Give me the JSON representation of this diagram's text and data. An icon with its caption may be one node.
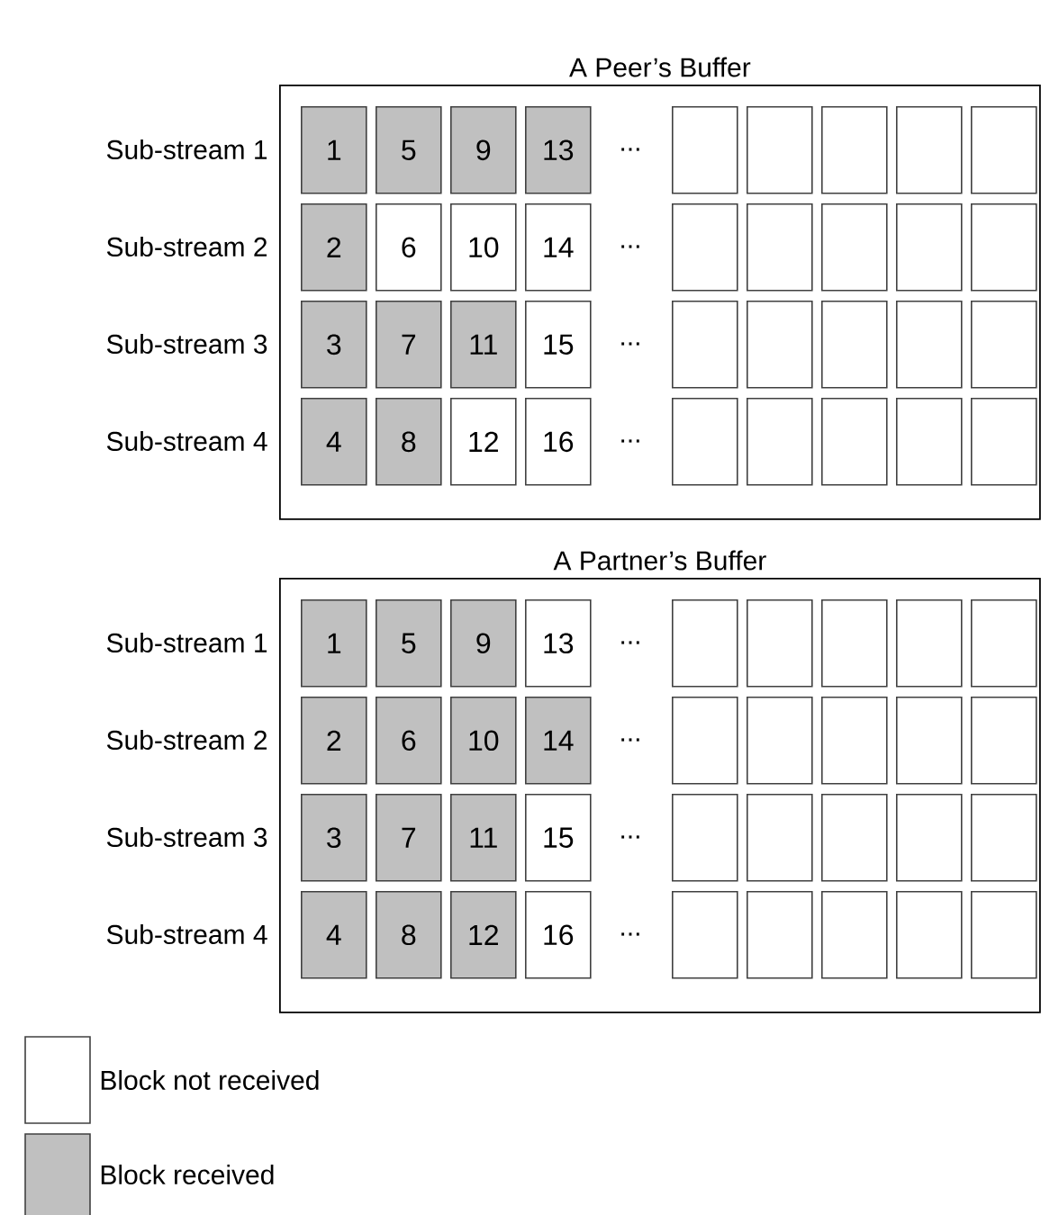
{
  "diagram": {
    "nodes": [
      {
        "text": [
          "A Peer’s Buffer"
        ]
      },
      {
        "text": [
          "1"
        ],
        "in": 0
      },
      {
        "text": [
          "5"
        ],
        "in": 0
      },
      {
        "text": [
          "9"
        ],
        "in": 0
      },
      {
        "text": [
          "13"
        ],
        "in": 0
      },
      {
        "text": [],
        "shape": "box",
        "in": 0
      },
      {
        "text": [],
        "shape": "box",
        "in": 0
      },
      {
        "text": [],
        "shape": "box",
        "in": 0
      },
      {
        "text": [],
        "shape": "box",
        "in": 0
      },
      {
        "text": [],
        "shape": "box",
        "in": 0
      },
      {
        "text": [
          "2"
        ],
        "in": 0
      },
      {
        "text": [
          "6"
        ],
        "in": 0
      },
      {
        "text": [
          "10"
        ],
        "in": 0
      },
      {
        "text": [
          "14"
        ],
        "in": 0
      },
      {
        "text": [],
        "shape": "box",
        "in": 0
      },
      {
        "text": [],
        "shape": "box",
        "in": 0
      },
      {
        "text": [],
        "shape": "box",
        "in": 0
      },
      {
        "text": [],
        "shape": "box",
        "in": 0
      },
      {
        "text": [],
        "shape": "box",
        "in": 0
      },
      {
        "text": [
          "3"
        ],
        "in": 0
      },
      {
        "text": [
          "7"
        ],
        "in": 0
      },
      {
        "text": [
          "11"
        ],
        "in": 0
      },
      {
        "text": [
          "15"
        ],
        "in": 0
      },
      {
        "text": [],
        "shape": "box",
        "in": 0
      },
      {
        "text": [],
        "shape": "box",
        "in": 0
      },
      {
        "text": [],
        "shape": "box",
        "in": 0
      },
      {
        "text": [],
        "shape": "box",
        "in": 0
      },
      {
        "text": [],
        "shape": "box",
        "in": 0
      },
      {
        "text": [
          "4"
        ],
        "in": 0
      },
      {
        "text": [
          "8"
        ],
        "in": 0
      },
      {
        "text": [
          "12"
        ],
        "in": 0
      },
      {
        "text": [
          "16"
        ],
        "in": 0
      },
      {
        "text": [],
        "shape": "box",
        "in": 0
      },
      {
        "text": [],
        "shape": "box",
        "in": 0
      },
      {
        "text": [],
        "shape": "box",
        "in": 0
      },
      {
        "text": [],
        "shape": "box",
        "in": 0
      },
      {
        "text": [],
        "shape": "box",
        "in": 0
      },
      {
        "text": [
          "A Partner’s Buffer"
        ]
      },
      {
        "text": [
          "1"
        ],
        "in": 37
      },
      {
        "text": [
          "5"
        ],
        "in": 37
      },
      {
        "text": [
          "9"
        ],
        "in": 37
      },
      {
        "text": [
          "13"
        ],
        "in": 37
      },
      {
        "text": [],
        "shape": "box",
        "in": 37
      },
      {
        "text": [],
        "shape": "box",
        "in": 37
      },
      {
        "text": [],
        "shape": "box",
        "in": 37
      },
      {
        "text": [],
        "shape": "box",
        "in": 37
      },
      {
        "text": [],
        "shape": "box",
        "in": 37
      },
      {
        "text": [
          "2"
        ],
        "in": 37
      },
      {
        "text": [
          "6"
        ],
        "in": 37
      },
      {
        "text": [
          "10"
        ],
        "in": 37
      },
      {
        "text": [
          "14"
        ],
        "in": 37
      },
      {
        "text": [],
        "shape": "box",
        "in": 37
      },
      {
        "text": [],
        "shape": "box",
        "in": 37
      },
      {
        "text": [],
        "shape": "box",
        "in": 37
      },
      {
        "text": [],
        "shape": "box",
        "in": 37
      },
      {
        "text": [],
        "shape": "box",
        "in": 37
      },
      {
        "text": [
          "3"
        ],
        "in": 37
      },
      {
        "text": [
          "7"
        ],
        "in": 37
      },
      {
        "text": [
          "11"
        ],
        "in": 37
      },
      {
        "text": [
          "15"
        ],
        "in": 37
      },
      {
        "text": [],
        "shape": "box",
        "in": 37
      },
      {
        "text": [],
        "shape": "box",
        "in": 37
      },
      {
        "text": [],
        "shape": "box",
        "in": 37
      },
      {
        "text": [],
        "shape": "box",
        "in": 37
      },
      {
        "text": [],
        "shape": "box",
        "in": 37
      },
      {
        "text": [
          "4"
        ],
        "in": 37
      },
      {
        "text": [
          "8"
        ],
        "in": 37
      },
      {
        "text": [
          "12"
        ],
        "in": 37
      },
      {
        "text": [
          "16"
        ],
        "in": 37
      },
      {
        "text": [],
        "shape": "box",
        "in": 37
      },
      {
        "text": [],
        "shape": "box",
        "in": 37
      },
      {
        "text": [],
        "shape": "box",
        "in": 37
      },
      {
        "text": [],
        "shape": "box",
        "in": 37
      },
      {
        "text": [],
        "shape": "box",
        "in": 37
      }
    ],
    "labels": [
      "Sub-stream 1",
      "...",
      "Sub-stream 2",
      "...",
      "Sub-stream 3",
      "...",
      "Sub-stream 4",
      "...",
      "Sub-stream 1",
      "...",
      "Sub-stream 2",
      "...",
      "Sub-stream 3",
      "...",
      "Sub-stream 4",
      "..."
    ],
    "legend": [
      {
        "text": "Block not received"
      },
      {
        "text": "Block received",
        "color": "#c0c0c0"
      }
    ]
  }
}
